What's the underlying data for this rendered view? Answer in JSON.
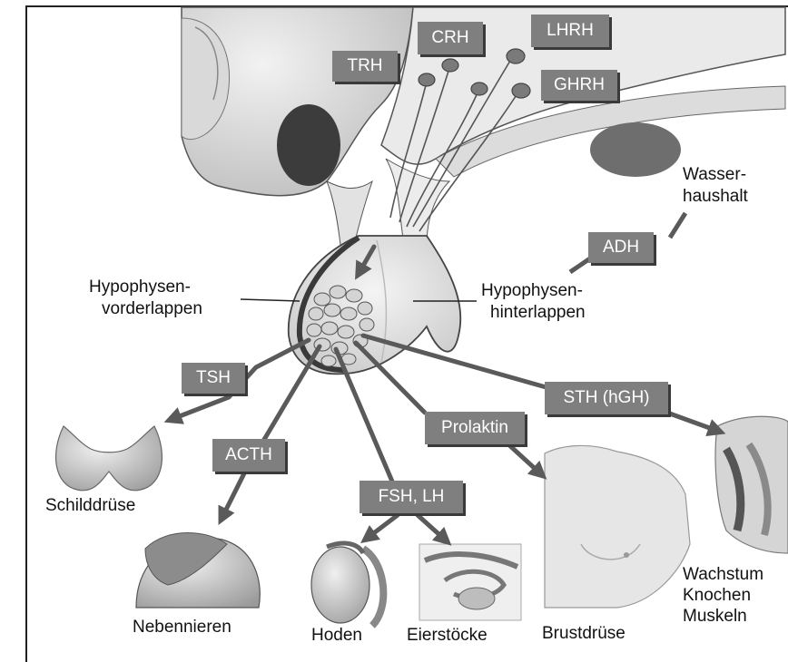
{
  "hormones": {
    "trh": "TRH",
    "crh": "CRH",
    "lhrh": "LHRH",
    "ghrh": "GHRH",
    "adh": "ADH",
    "tsh": "TSH",
    "acth": "ACTH",
    "fsh_lh": "FSH, LH",
    "prolaktin": "Prolaktin",
    "sth": "STH (hGH)"
  },
  "labels": {
    "wasser_1": "Wasser-",
    "wasser_2": "haushalt",
    "hvl_1": "Hypophysen-",
    "hvl_2": "vorderlappen",
    "hhl_1": "Hypophysen-",
    "hhl_2": "hinterlappen",
    "schilddruese": "Schilddrüse",
    "nebennieren": "Nebennieren",
    "hoden": "Hoden",
    "eierstoecke": "Eierstöcke",
    "brustdruese": "Brustdrüse",
    "wachstum": "Wachstum",
    "knochen": "Knochen",
    "muskeln": "Muskeln"
  },
  "colors": {
    "label_box": "#7f7f7f",
    "arrow": "#5a5a5a"
  }
}
